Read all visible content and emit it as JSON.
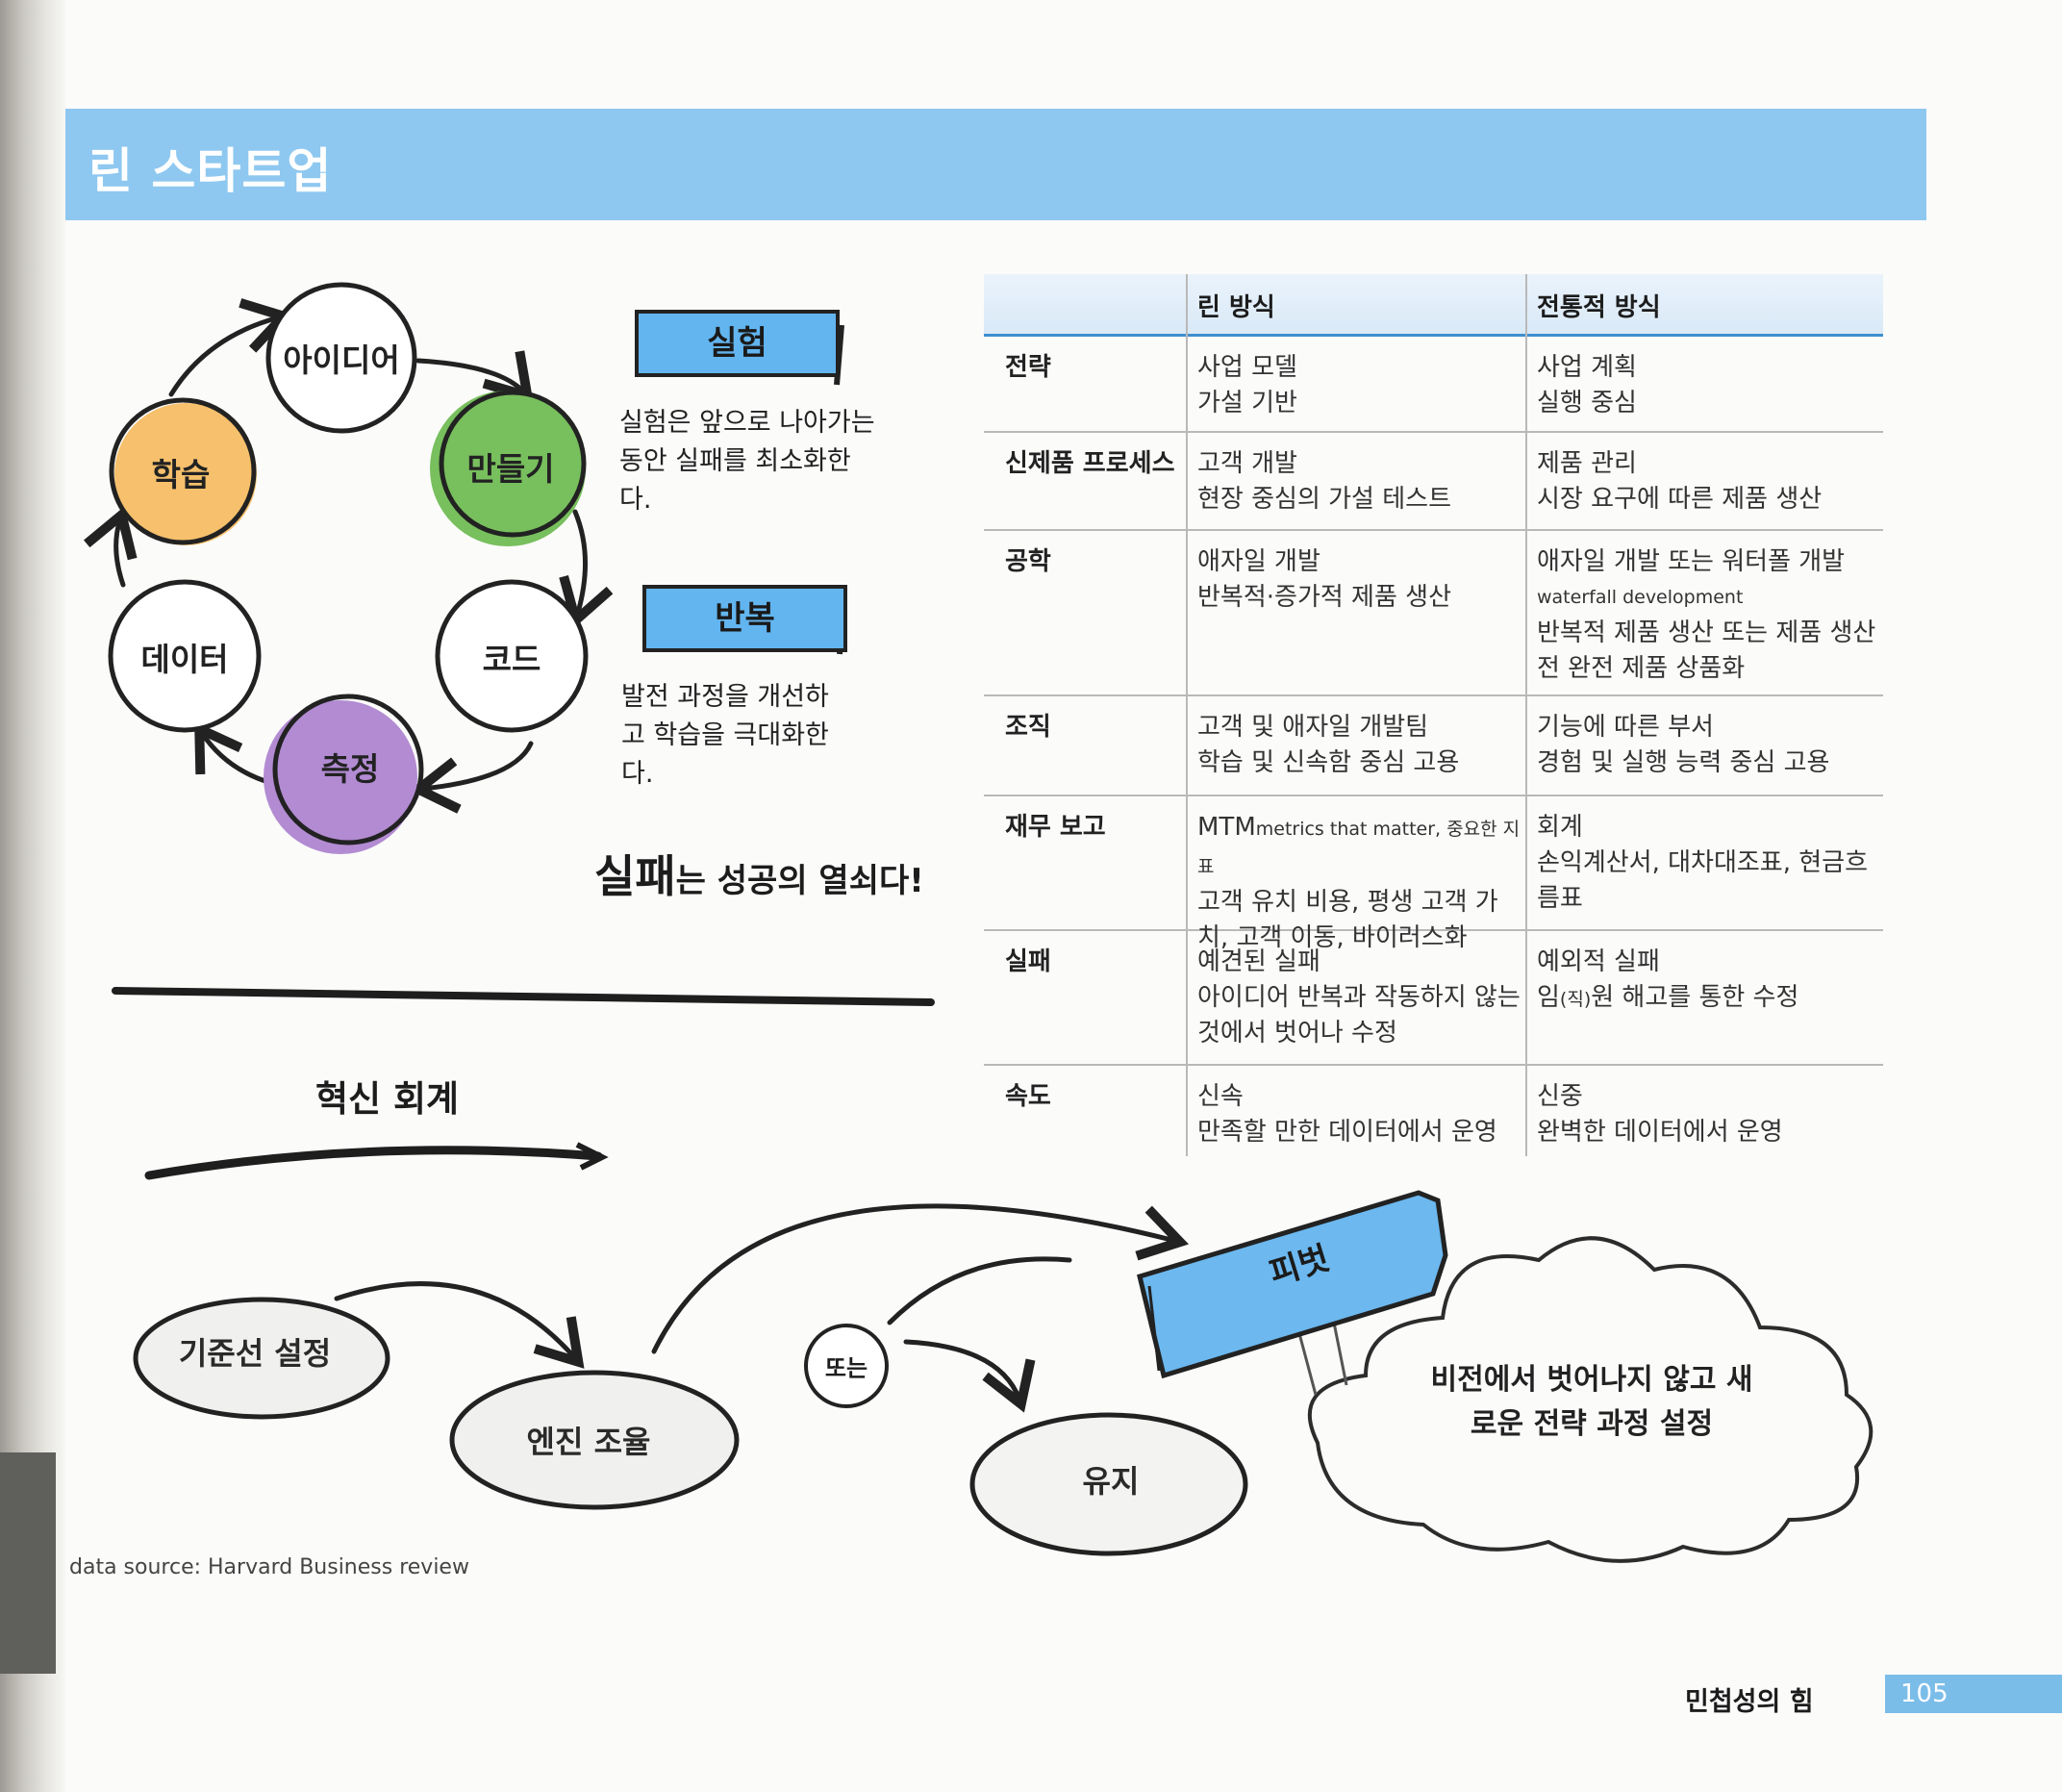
{
  "header": {
    "title": "린 스타트업"
  },
  "cycle": {
    "nodes": [
      {
        "label": "아이디어",
        "color": "#ffffff"
      },
      {
        "label": "만들기",
        "color": "#78bf5d"
      },
      {
        "label": "코드",
        "color": "#ffffff"
      },
      {
        "label": "측정",
        "color": "#b28bd2"
      },
      {
        "label": "데이터",
        "color": "#ffffff"
      },
      {
        "label": "학습",
        "color": "#f6c06c"
      }
    ]
  },
  "experiment": {
    "badge": "실험",
    "text": "실험은 앞으로 나아가는 동안 실패를 최소화한다."
  },
  "iteration": {
    "badge": "반복",
    "text": "발전 과정을 개선하고 학습을 극대화한다."
  },
  "slogan": {
    "highlight": "실패",
    "rest": "는 성공의 열쇠다!"
  },
  "innovation": {
    "title": "혁신 회계",
    "baseline": "기준선 설정",
    "tune": "엔진 조율",
    "or": "또는",
    "keep": "유지",
    "pivot": "피벗",
    "cloud": "비전에서 벗어나지 않고 새로운 전략 과정 설정"
  },
  "table": {
    "headers": [
      "린 방식",
      "전통적 방식"
    ],
    "rows": [
      {
        "category": "전략",
        "lean": [
          "사업 모델",
          "가설 기반"
        ],
        "trad": [
          "사업 계획",
          "실행 중심"
        ]
      },
      {
        "category": "신제품 프로세스",
        "lean": [
          "고객 개발",
          "현장 중심의 가설 테스트"
        ],
        "trad": [
          "제품 관리",
          "시장 요구에 따른 제품 생산"
        ]
      },
      {
        "category": "공학",
        "lean": [
          "애자일 개발",
          "반복적·증가적 제품 생산"
        ],
        "trad_main": "애자일 개발 또는 워터폴 개발",
        "trad_en": "waterfall development",
        "trad_rest": "반복적 제품 생산 또는 제품 생산 전 완전 제품 상품화"
      },
      {
        "category": "조직",
        "lean": [
          "고객 및 애자일 개발팀",
          "학습 및 신속함 중심 고용"
        ],
        "trad": [
          "기능에 따른 부서",
          "경험 및 실행 능력 중심 고용"
        ]
      },
      {
        "category": "재무 보고",
        "lean_mtm": "MTM",
        "lean_mtm_note": "metrics that matter, 중요한 지표",
        "lean_rest": "고객 유치 비용, 평생 고객 가치, 고객 이동, 바이러스화",
        "trad": [
          "회계",
          "손익계산서, 대차대조표, 현금흐름표"
        ]
      },
      {
        "category": "실패",
        "lean": [
          "예견된 실패",
          "아이디어 반복과 작동하지 않는 것에서 벗어나 수정"
        ],
        "trad_main": "예외적 실패",
        "trad_pre": "임",
        "trad_small": "(직)",
        "trad_post": "원 해고를 통한 수정"
      },
      {
        "category": "속도",
        "lean": [
          "신속",
          "만족할 만한 데이터에서 운영"
        ],
        "trad": [
          "신중",
          "완벽한 데이터에서 운영"
        ]
      }
    ]
  },
  "source": "data source: Harvard Business review",
  "footer": {
    "book_title": "민첩성의 힘",
    "page": "105"
  }
}
